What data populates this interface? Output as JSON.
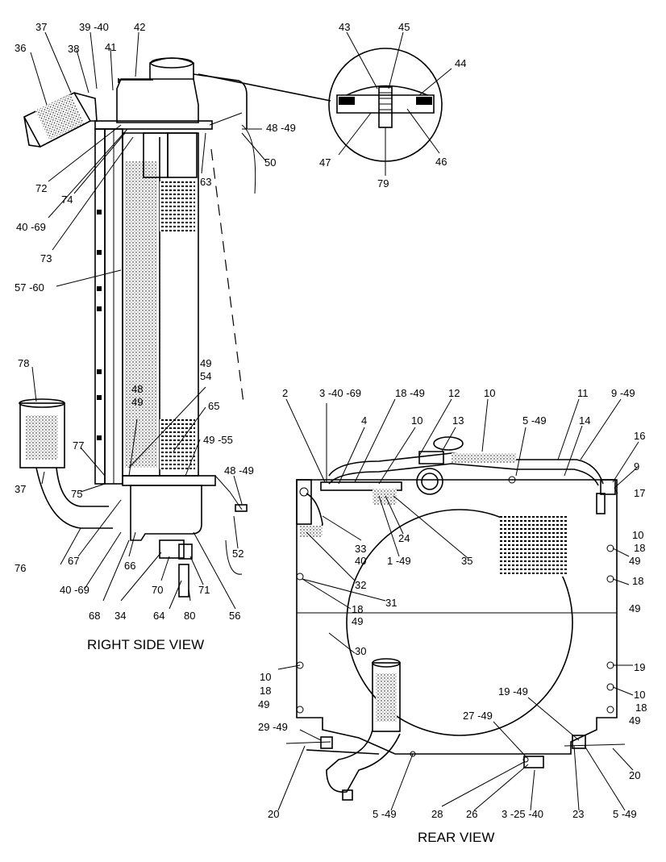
{
  "views": {
    "right_side": {
      "title": "RIGHT SIDE VIEW"
    },
    "rear": {
      "title": "REAR VIEW"
    }
  },
  "callouts": [
    {
      "id": "c36",
      "text": "36"
    },
    {
      "id": "c37a",
      "text": "37"
    },
    {
      "id": "c38",
      "text": "38"
    },
    {
      "id": "c39",
      "text": "39 -40"
    },
    {
      "id": "c41",
      "text": "41"
    },
    {
      "id": "c42",
      "text": "42"
    },
    {
      "id": "c72",
      "text": "72"
    },
    {
      "id": "c74",
      "text": "74"
    },
    {
      "id": "c40a",
      "text": "40 -69"
    },
    {
      "id": "c73",
      "text": "73"
    },
    {
      "id": "c63",
      "text": "63"
    },
    {
      "id": "c48a",
      "text": "48 -49"
    },
    {
      "id": "c50",
      "text": "50"
    },
    {
      "id": "c57",
      "text": "57 -60"
    },
    {
      "id": "c78",
      "text": "78"
    },
    {
      "id": "c49a",
      "text": "49"
    },
    {
      "id": "c54",
      "text": "54"
    },
    {
      "id": "c48b",
      "text": "48"
    },
    {
      "id": "c49b",
      "text": "49"
    },
    {
      "id": "c65",
      "text": "65"
    },
    {
      "id": "c49c",
      "text": "49 -55"
    },
    {
      "id": "c77",
      "text": "77"
    },
    {
      "id": "c75",
      "text": "75"
    },
    {
      "id": "c48c",
      "text": "48 -49"
    },
    {
      "id": "c37b",
      "text": "37"
    },
    {
      "id": "c76",
      "text": "76"
    },
    {
      "id": "c67",
      "text": "67"
    },
    {
      "id": "c66",
      "text": "66"
    },
    {
      "id": "c52",
      "text": "52"
    },
    {
      "id": "c40b",
      "text": "40 -69"
    },
    {
      "id": "c68",
      "text": "68"
    },
    {
      "id": "c34",
      "text": "34"
    },
    {
      "id": "c70",
      "text": "70"
    },
    {
      "id": "c71",
      "text": "71"
    },
    {
      "id": "c64",
      "text": "64"
    },
    {
      "id": "c80",
      "text": "80"
    },
    {
      "id": "c56",
      "text": "56"
    },
    {
      "id": "c43",
      "text": "43"
    },
    {
      "id": "c45",
      "text": "45"
    },
    {
      "id": "c44",
      "text": "44"
    },
    {
      "id": "c47",
      "text": "47"
    },
    {
      "id": "c46",
      "text": "46"
    },
    {
      "id": "c79",
      "text": "79"
    },
    {
      "id": "c2",
      "text": "2"
    },
    {
      "id": "c3a",
      "text": "3 -40 -69"
    },
    {
      "id": "c18a",
      "text": "18 -49"
    },
    {
      "id": "c12",
      "text": "12"
    },
    {
      "id": "c10a",
      "text": "10"
    },
    {
      "id": "c11",
      "text": "11"
    },
    {
      "id": "c9a",
      "text": "9 -49"
    },
    {
      "id": "c4",
      "text": "4"
    },
    {
      "id": "c10b",
      "text": "10"
    },
    {
      "id": "c13",
      "text": "13"
    },
    {
      "id": "c5a",
      "text": "5 -49"
    },
    {
      "id": "c14",
      "text": "14"
    },
    {
      "id": "c16",
      "text": "16"
    },
    {
      "id": "c9b",
      "text": "9"
    },
    {
      "id": "c17",
      "text": "17"
    },
    {
      "id": "c24",
      "text": "24"
    },
    {
      "id": "c35",
      "text": "35"
    },
    {
      "id": "c33",
      "text": "33"
    },
    {
      "id": "c40c",
      "text": "40"
    },
    {
      "id": "c1",
      "text": "1 -49"
    },
    {
      "id": "c10c",
      "text": "10"
    },
    {
      "id": "c18b",
      "text": "18"
    },
    {
      "id": "c49d",
      "text": "49"
    },
    {
      "id": "c32",
      "text": "32"
    },
    {
      "id": "c31",
      "text": "31"
    },
    {
      "id": "c18c",
      "text": "18"
    },
    {
      "id": "c49e",
      "text": "49"
    },
    {
      "id": "c18d",
      "text": "18"
    },
    {
      "id": "c49f",
      "text": "49"
    },
    {
      "id": "c30",
      "text": "30"
    },
    {
      "id": "c19a",
      "text": "19"
    },
    {
      "id": "c10d",
      "text": "10"
    },
    {
      "id": "c18e",
      "text": "18"
    },
    {
      "id": "c49g",
      "text": "49"
    },
    {
      "id": "c19b",
      "text": "19 -49"
    },
    {
      "id": "c10e",
      "text": "10"
    },
    {
      "id": "c18f",
      "text": "18"
    },
    {
      "id": "c49h",
      "text": "49"
    },
    {
      "id": "c27",
      "text": "27 -49"
    },
    {
      "id": "c29",
      "text": "29 -49"
    },
    {
      "id": "c20a",
      "text": "20"
    },
    {
      "id": "c20b",
      "text": "20"
    },
    {
      "id": "c5b",
      "text": "5 -49"
    },
    {
      "id": "c28",
      "text": "28"
    },
    {
      "id": "c26",
      "text": "26"
    },
    {
      "id": "c3b",
      "text": "3 -25 -40"
    },
    {
      "id": "c23",
      "text": "23"
    },
    {
      "id": "c5c",
      "text": "5 -49"
    }
  ]
}
